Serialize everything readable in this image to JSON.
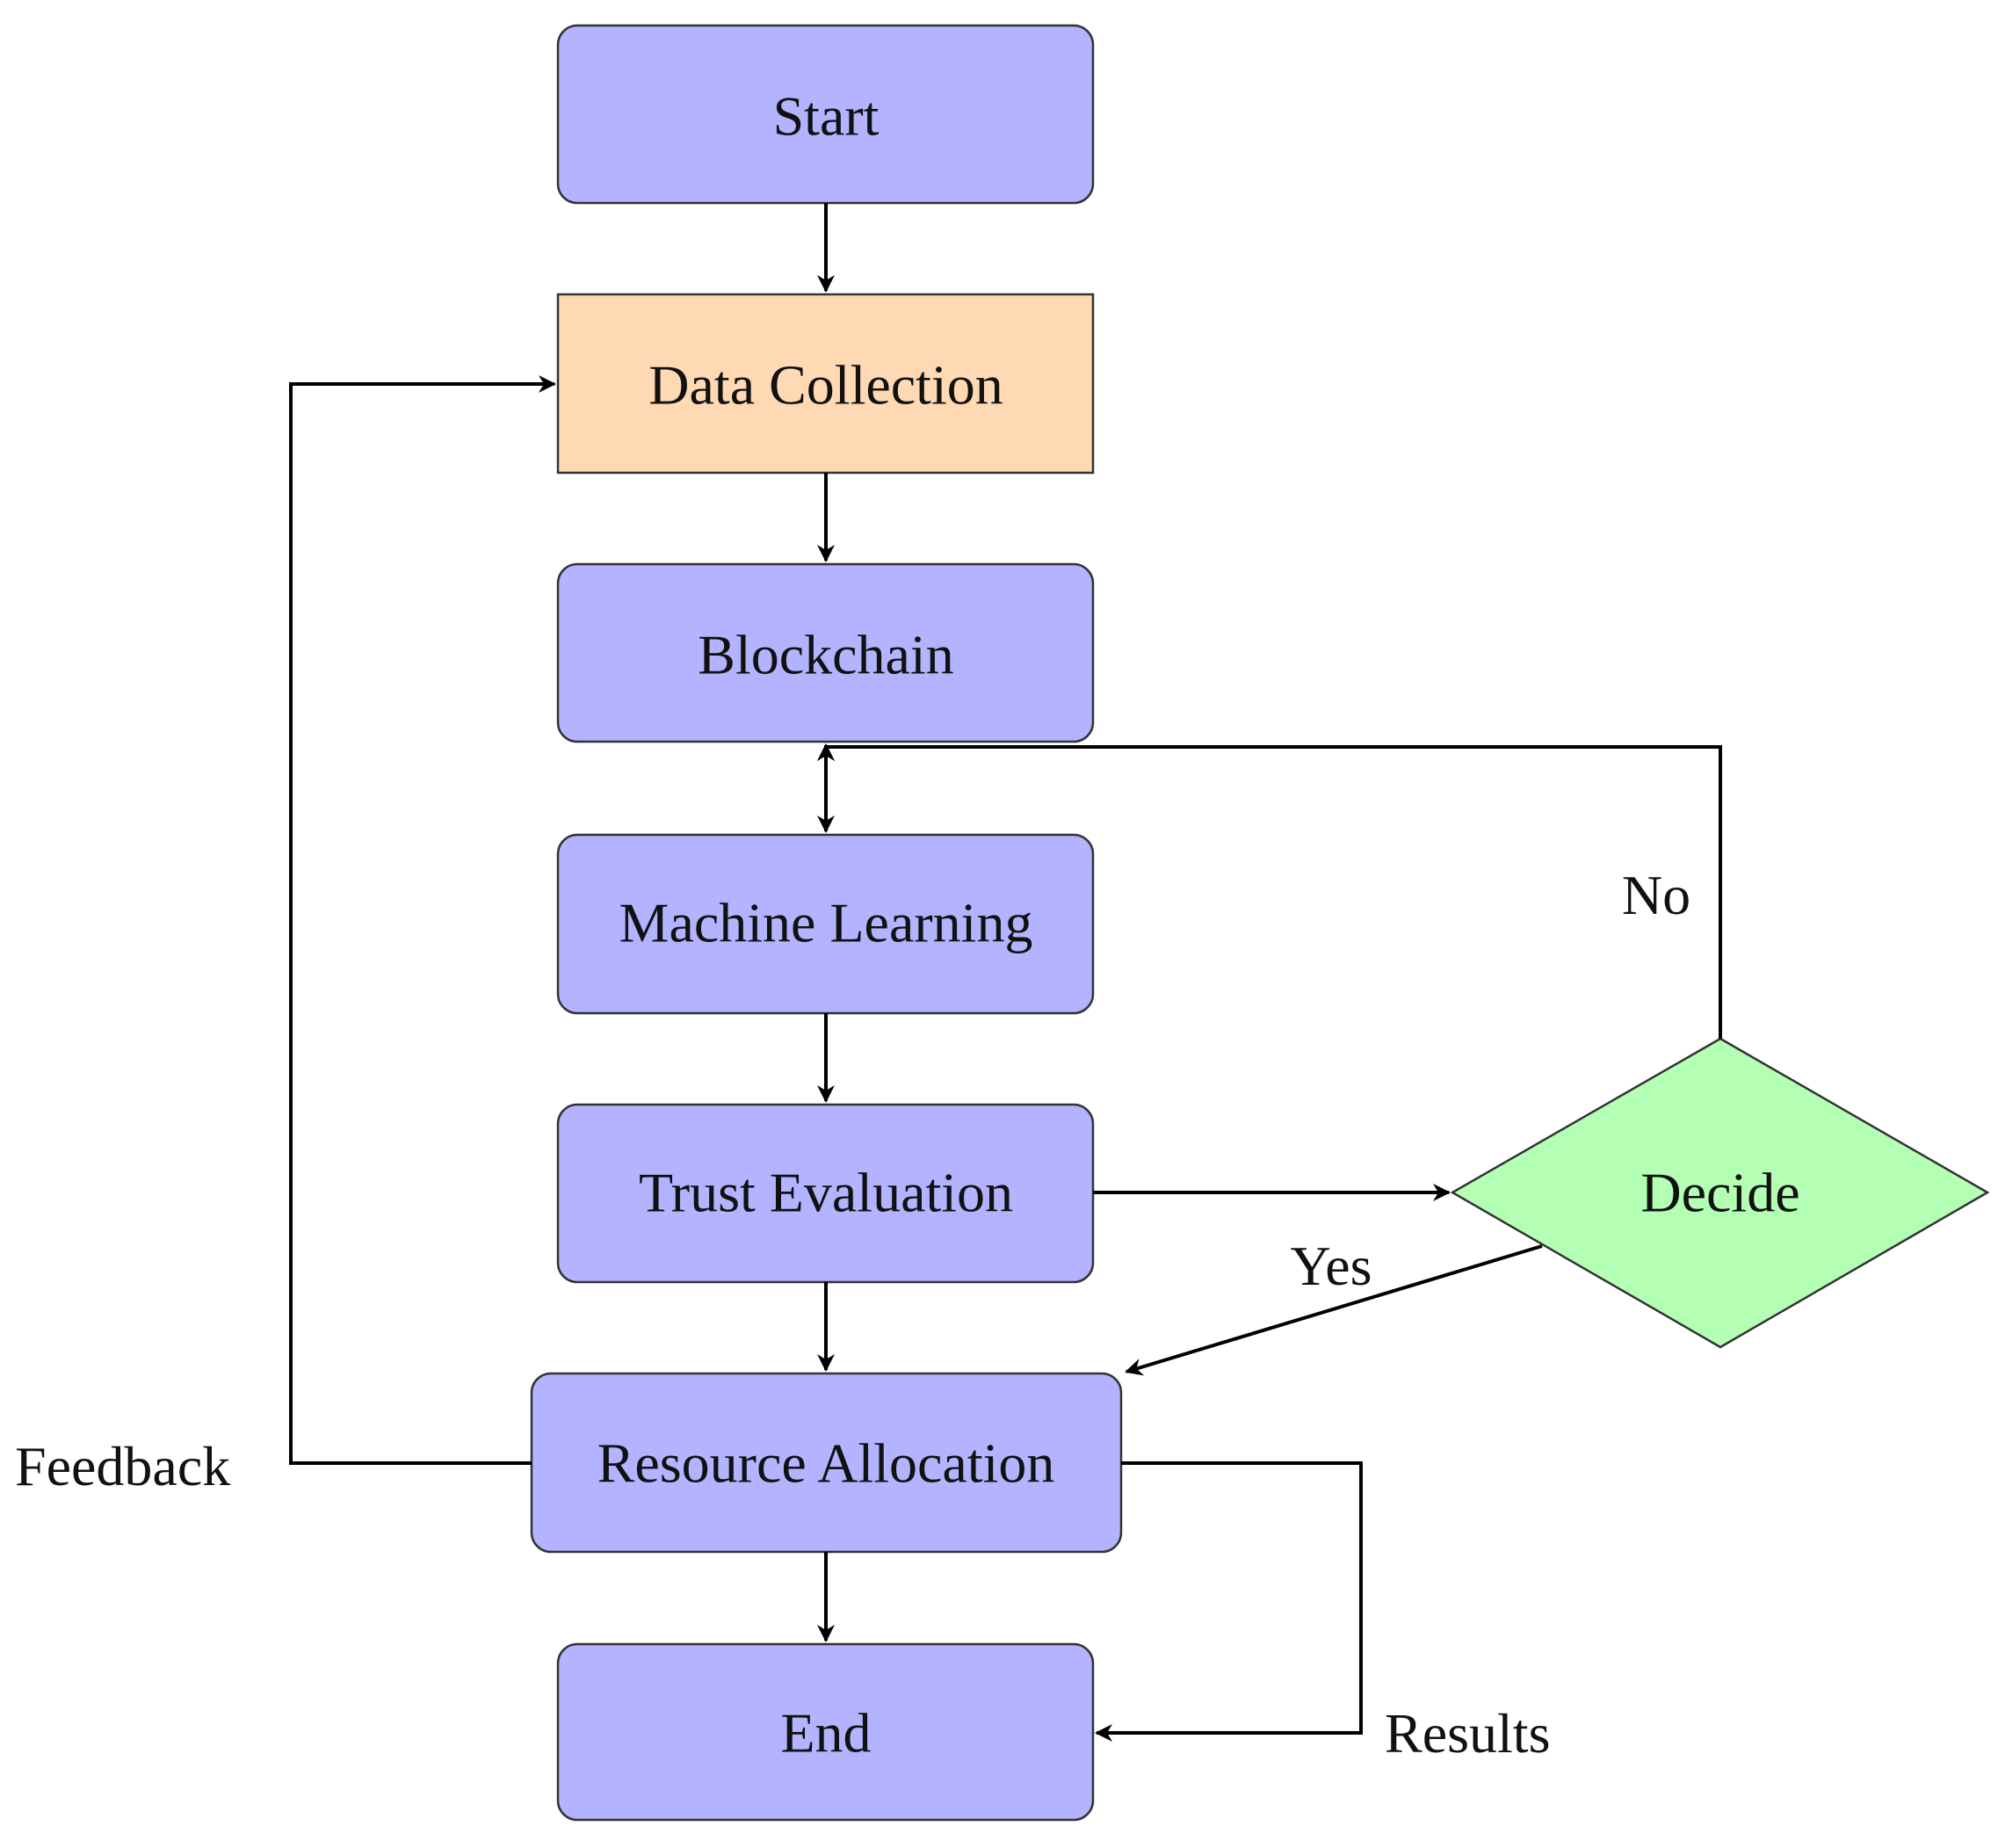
{
  "colors": {
    "process_fill": "#b3b3ff",
    "data_fill": "#ffd9b3",
    "decision_fill": "#b3ffb3",
    "line": "#000000"
  },
  "nodes": {
    "start": "Start",
    "data_collection": "Data Collection",
    "blockchain": "Blockchain",
    "machine_learning": "Machine Learning",
    "trust_evaluation": "Trust Evaluation",
    "resource_allocation": "Resource Allocation",
    "end": "End",
    "decide": "Decide"
  },
  "edge_labels": {
    "no": "No",
    "yes": "Yes",
    "feedback": "Feedback",
    "results": "Results"
  }
}
